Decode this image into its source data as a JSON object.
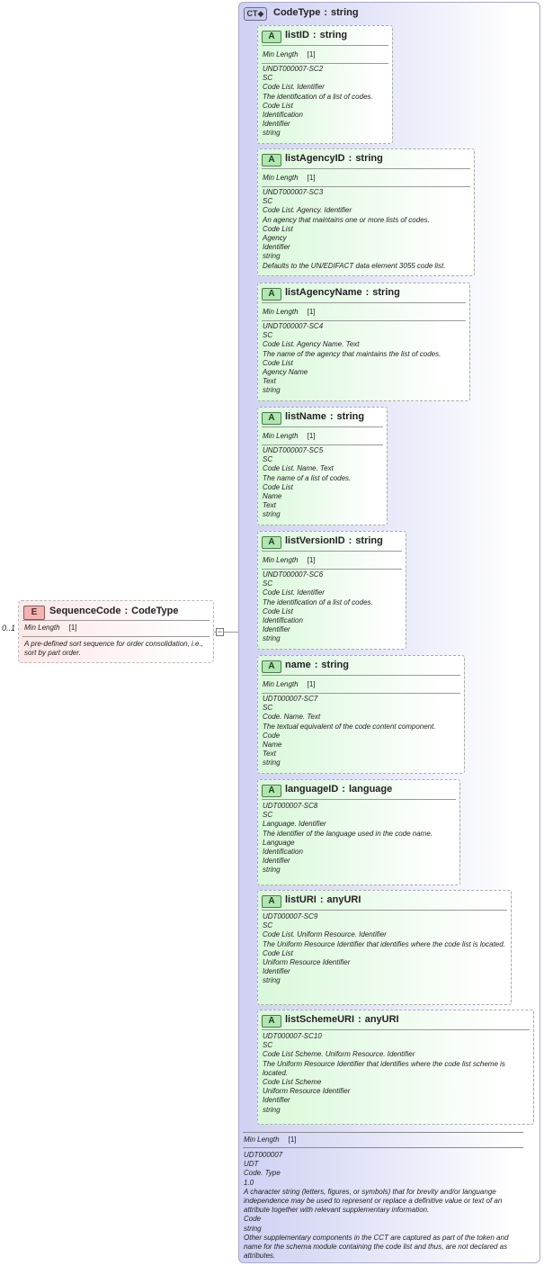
{
  "element": {
    "badge": "E",
    "name": "SequenceCode",
    "sep": ":",
    "type": "CodeType",
    "facet_label": "Min Length",
    "facet_value": "[1]",
    "doc": "A pre-defined sort sequence for order consolidation, i.e., sort by part order.",
    "cardinality": "0..1",
    "collapse_symbol": "−"
  },
  "complex_type": {
    "badge": "CT◆",
    "name": "CodeType",
    "sep": ":",
    "type": "string",
    "footer": {
      "facet_label": "Min Length",
      "facet_value": "[1]",
      "doc": [
        "UDT000007",
        "UDT",
        "Code. Type",
        "1.0",
        "A character string (letters, figures, or symbols) that for brevity and/or languange independence may be used to represent or replace a definitive value or text of an attribute together with relevant supplementary information.",
        "Code",
        "string",
        "Other supplementary components in the CCT are captured as part of the token and name for the schema module containing the code list and thus, are not declared as attributes."
      ]
    }
  },
  "attributes": [
    {
      "badge": "A",
      "name": "listID",
      "sep": ":",
      "type": "string",
      "facet_label": "Min Length",
      "facet_value": "[1]",
      "doc": [
        "UNDT000007-SC2",
        "SC",
        "Code List. Identifier",
        "The identification of a list of codes.",
        "Code List",
        "Identification",
        "Identifier",
        "string"
      ]
    },
    {
      "badge": "A",
      "name": "listAgencyID",
      "sep": ":",
      "type": "string",
      "facet_label": "Min Length",
      "facet_value": "[1]",
      "doc": [
        "UNDT000007-SC3",
        "SC",
        "Code List. Agency. Identifier",
        "An agency that maintains one or more lists of codes.",
        "Code List",
        "Agency",
        "Identifier",
        "string",
        "Defaults to the UN/EDIFACT data element 3055 code list."
      ]
    },
    {
      "badge": "A",
      "name": "listAgencyName",
      "sep": ":",
      "type": "string",
      "facet_label": "Min Length",
      "facet_value": "[1]",
      "doc": [
        "UNDT000007-SC4",
        "SC",
        "Code List. Agency Name. Text",
        "The name of the agency that maintains the list of codes.",
        "Code List",
        "Agency Name",
        "Text",
        "string"
      ]
    },
    {
      "badge": "A",
      "name": "listName",
      "sep": ":",
      "type": "string",
      "facet_label": "Min Length",
      "facet_value": "[1]",
      "doc": [
        "UNDT000007-SC5",
        "SC",
        "Code List. Name. Text",
        "The name of a list of codes.",
        "Code List",
        "Name",
        "Text",
        "string"
      ]
    },
    {
      "badge": "A",
      "name": "listVersionID",
      "sep": ":",
      "type": "string",
      "facet_label": "Min Length",
      "facet_value": "[1]",
      "doc": [
        "UNDT000007-SC6",
        "SC",
        "Code List. Identifier",
        "The identification of a list of codes.",
        "Code List",
        "Identification",
        "Identifier",
        "string"
      ]
    },
    {
      "badge": "A",
      "name": "name",
      "sep": ":",
      "type": "string",
      "facet_label": "Min Length",
      "facet_value": "[1]",
      "doc": [
        "UDT000007-SC7",
        "SC",
        "Code. Name. Text",
        "The textual equivalent of the code content component.",
        "Code",
        "Name",
        "Text",
        "string"
      ]
    },
    {
      "badge": "A",
      "name": "languageID",
      "sep": ":",
      "type": "language",
      "doc": [
        "UDT000007-SC8",
        "SC",
        "Language. Identifier",
        "The identifier of the language used in the code name.",
        "Language",
        "Identification",
        "Identifier",
        "string"
      ]
    },
    {
      "badge": "A",
      "name": "listURI",
      "sep": ":",
      "type": "anyURI",
      "doc": [
        "UDT000007-SC9",
        "SC",
        "Code List. Uniform Resource. Identifier",
        "The Uniform Resource Identifier that identifies where the code list is located.",
        "Code List",
        "Uniform Resource Identifier",
        "Identifier",
        "string"
      ]
    },
    {
      "badge": "A",
      "name": "listSchemeURI",
      "sep": ":",
      "type": "anyURI",
      "doc": [
        "UDT000007-SC10",
        "SC",
        "Code List Scheme. Uniform Resource. Identifier",
        "The Uniform Resource Identifier that identifies where the code list scheme is located.",
        "Code List Scheme",
        "Uniform Resource Identifier",
        "Identifier",
        "string"
      ]
    }
  ]
}
